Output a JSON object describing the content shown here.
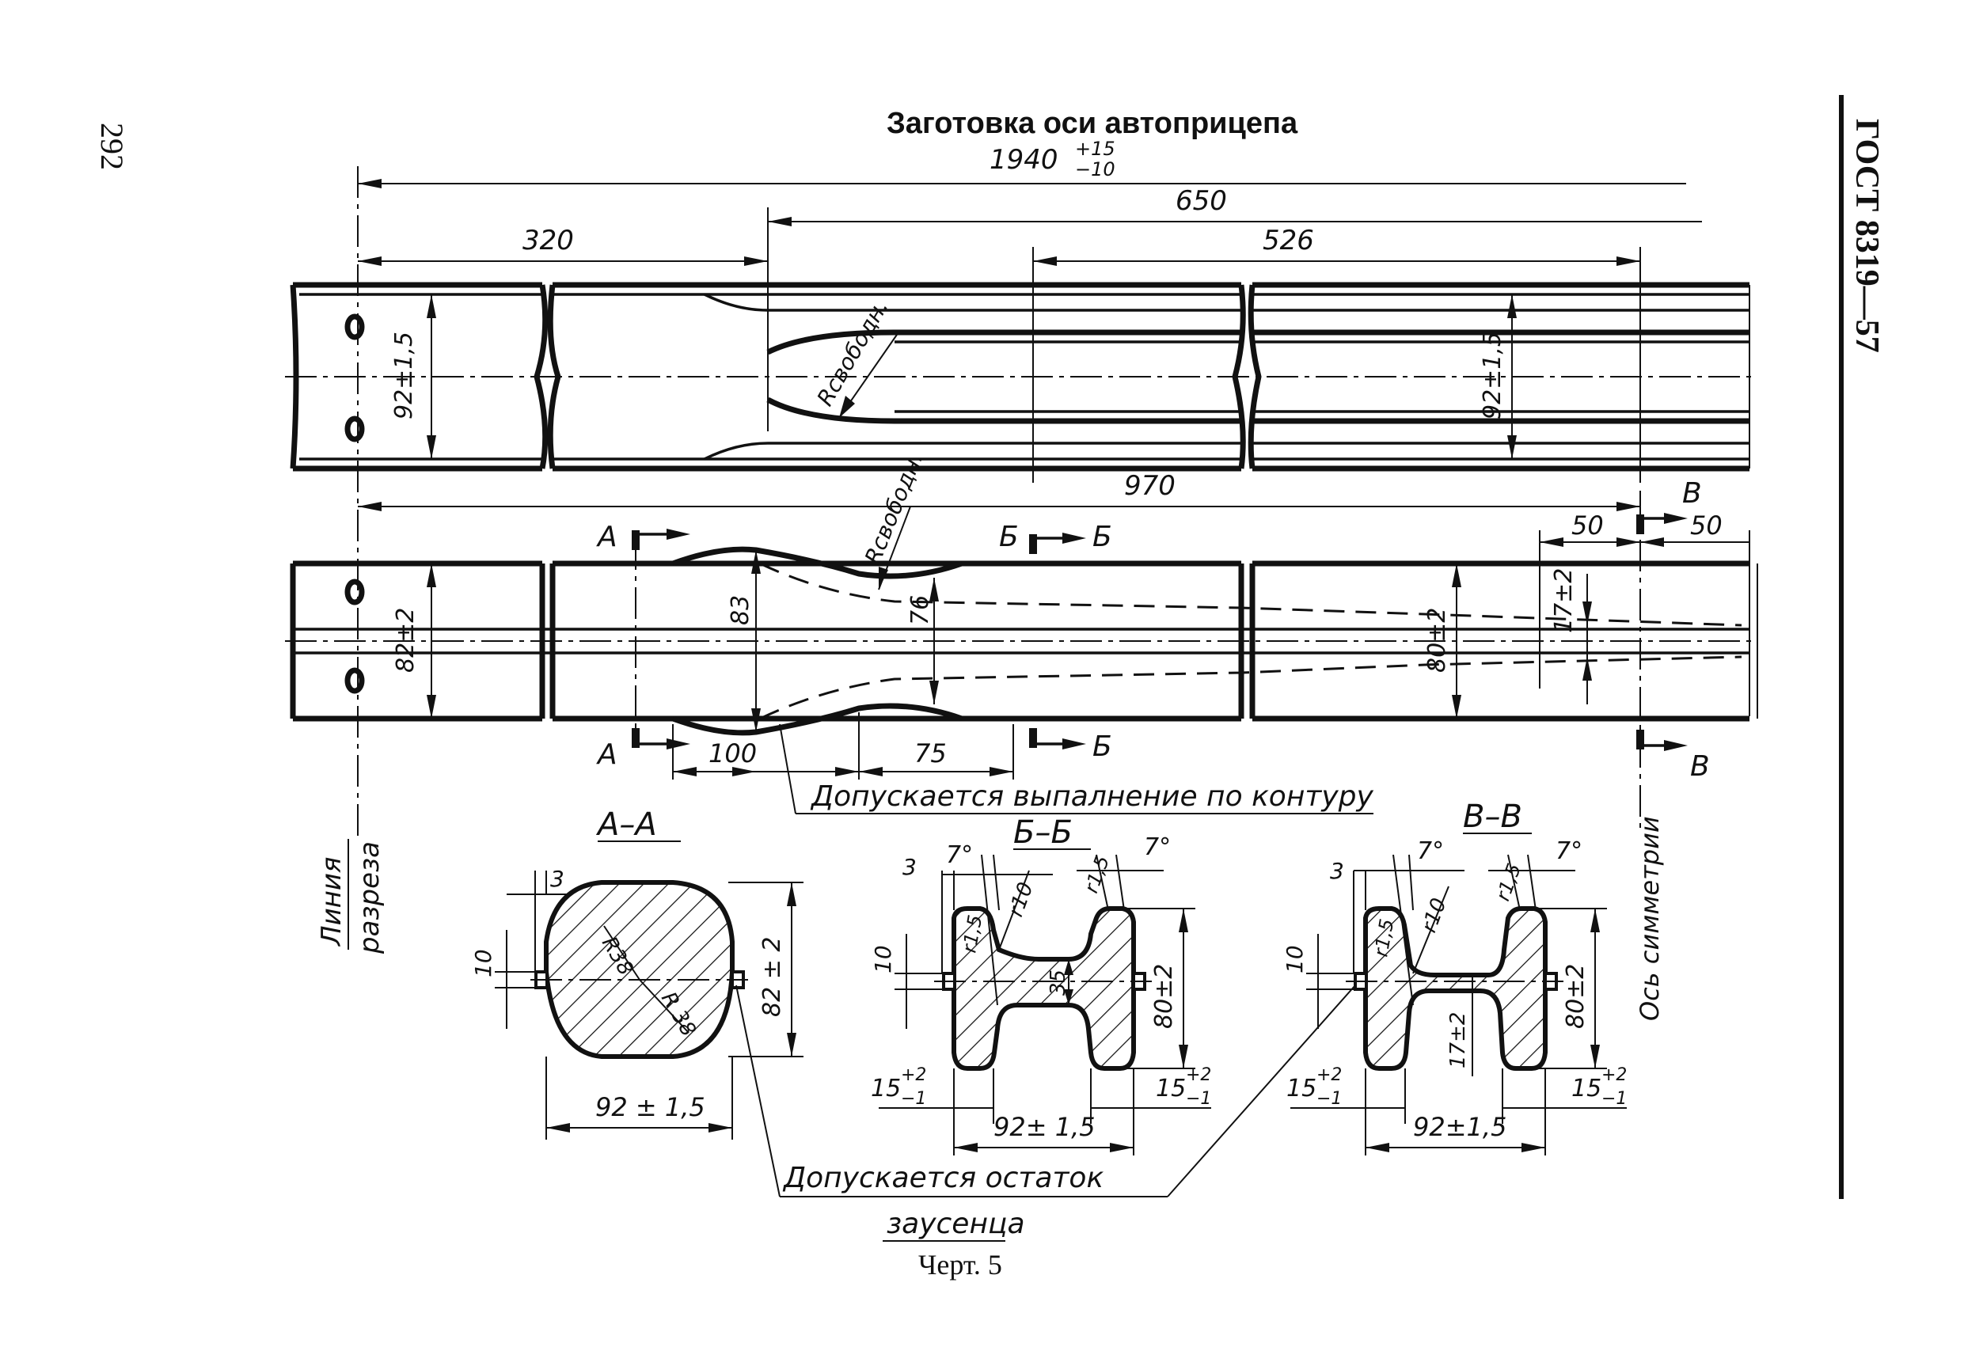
{
  "header": {
    "page_number": "292",
    "title": "Заготовка оси автоприцепа",
    "standard": "ГОСТ 8319—57",
    "caption": "Черт. 5"
  },
  "plan_view": {
    "overall_length": "1940",
    "overall_tol_upper": "+15",
    "overall_tol_lower": "−10",
    "dim_650": "650",
    "dim_320": "320",
    "dim_526": "526",
    "dim_width_left": "92±1,5",
    "dim_width_right": "92±1,5",
    "radius_label": "Rсвободн."
  },
  "front_view": {
    "dim_970": "970",
    "dim_50_left": "50",
    "dim_50_right": "50",
    "height_left": "82±2",
    "height_83": "83",
    "height_76": "76",
    "height_right": "80±2",
    "web_17": "17±2",
    "dim_100": "100",
    "dim_75": "75",
    "radius_label": "Rсвободн.",
    "contour_note": "Допускается выпалнение по контуру",
    "section_letters": {
      "a": "А",
      "b": "Б",
      "v": "В"
    },
    "cut_line_label_1": "Линия",
    "cut_line_label_2": "разреза",
    "symmetry_axis_label": "Ось симметрии"
  },
  "sections": {
    "aa": {
      "title": "А–А",
      "dim_3": "3",
      "dim_10": "10",
      "radius_1": "R38",
      "radius_2": "R 38",
      "height": "82 ± 2",
      "width": "92 ± 1,5"
    },
    "bb": {
      "title": "Б–Б",
      "dim_3": "3",
      "dim_10": "10",
      "angle_left": "7°",
      "angle_right": "7°",
      "r10": "r10",
      "r15_top": "r1,5",
      "r15_side": "r1,5",
      "web": "35",
      "height": "80±2",
      "flange_left_nom": "15",
      "flange_left_up": "+2",
      "flange_left_lo": "−1",
      "flange_right_nom": "15",
      "flange_right_up": "+2",
      "flange_right_lo": "−1",
      "width": "92± 1,5"
    },
    "vv": {
      "title": "В–В",
      "dim_3": "3",
      "dim_10": "10",
      "angle_left": "7°",
      "angle_right": "7°",
      "r10": "r10",
      "r15_top": "r1,5",
      "r15_side": "r1,5",
      "web": "17±2",
      "height": "80±2",
      "flange_left_nom": "15",
      "flange_left_up": "+2",
      "flange_left_lo": "−1",
      "flange_right_nom": "15",
      "flange_right_up": "+2",
      "flange_right_lo": "−1",
      "width": "92±1,5"
    },
    "burr_note_1": "Допускается остаток",
    "burr_note_2": "заусенца"
  }
}
